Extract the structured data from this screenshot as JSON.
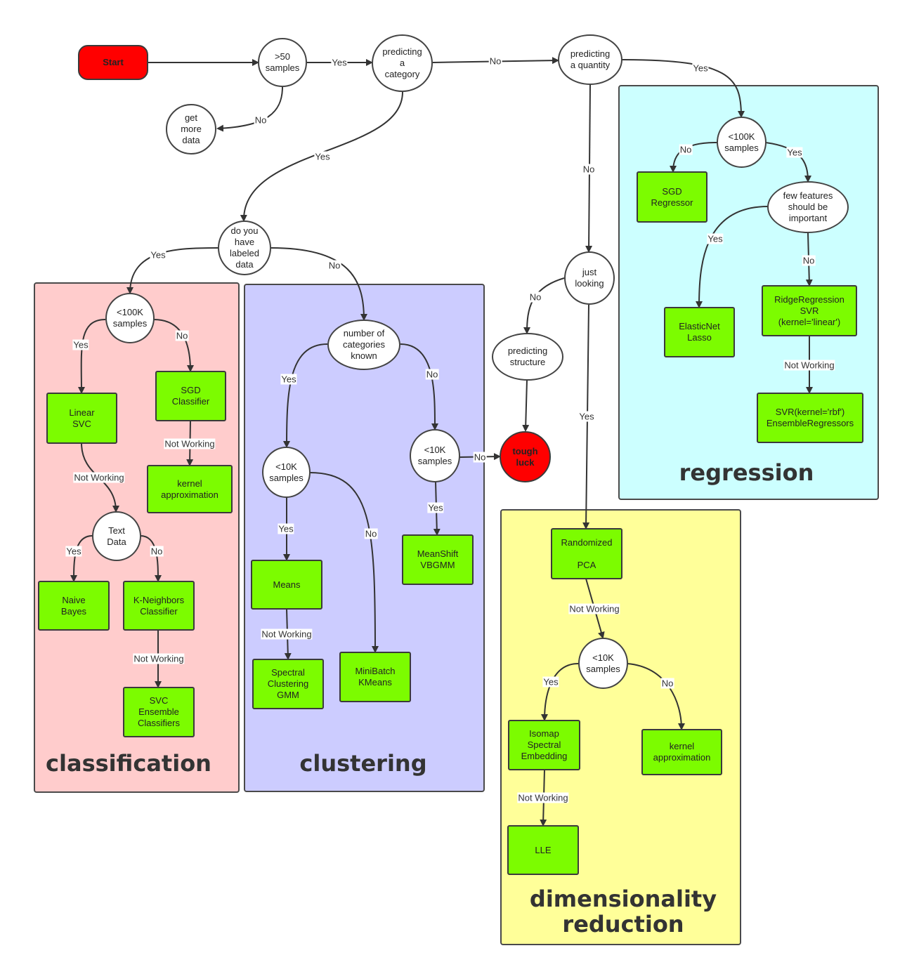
{
  "regions": {
    "classification": "classification",
    "clustering": "clustering",
    "regression": "regression",
    "dimensionality": "dimensionality\nreduction"
  },
  "colors": {
    "classification_bg": "#ffcccc",
    "clustering_bg": "#ccccff",
    "regression_bg": "#ccffff",
    "dimensionality_bg": "#ffff99",
    "estimator": "#7cfc00",
    "terminal": "#ff0000"
  },
  "nodes": {
    "start": "Start",
    "gt50": ">50\nsamples",
    "getmore": "get\nmore\ndata",
    "predcat": "predicting\na\ncategory",
    "predqty": "predicting\na quantity",
    "labeled": "do you\nhave\nlabeled\ndata",
    "cls100k": "<100K\nsamples",
    "linsvc": "Linear\nSVC",
    "sgdclf": "SGD\nClassifier",
    "kernapprox_c": "kernel\napproximation",
    "textdata": "Text\nData",
    "naive": "Naive\nBayes",
    "kneigh": "K-Neighbors\nClassifier",
    "svcens": "SVC\nEnsemble\nClassifiers",
    "numcat": "number of\ncategories\nknown",
    "clu10k_a": "<10K\nsamples",
    "clu10k_b": "<10K\nsamples",
    "means": "Means",
    "spectral": "Spectral\nClustering\nGMM",
    "minibatch": "MiniBatch\nKMeans",
    "meanshift": "MeanShift\nVBGMM",
    "tough": "tough\nluck",
    "predstruct": "predicting\nstructure",
    "justlook": "just\nlooking",
    "reg100k": "<100K\nsamples",
    "sgdreg": "SGD\nRegressor",
    "fewfeat": "few features\nshould be\nimportant",
    "elastic": "ElasticNet\nLasso",
    "ridge": "RidgeRegression\nSVR\n(kernel='linear')",
    "svrrbf": "SVR(kernel='rbf')\nEnsembleRegressors",
    "rpca": "Randomized\n\nPCA",
    "dim10k": "<10K\nsamples",
    "isomap": "Isomap\nSpectral\nEmbedding",
    "kernapprox_d": "kernel\napproximation",
    "lle": "LLE"
  },
  "edges": {
    "yes": "Yes",
    "no": "No",
    "not_working": "Not Working"
  }
}
